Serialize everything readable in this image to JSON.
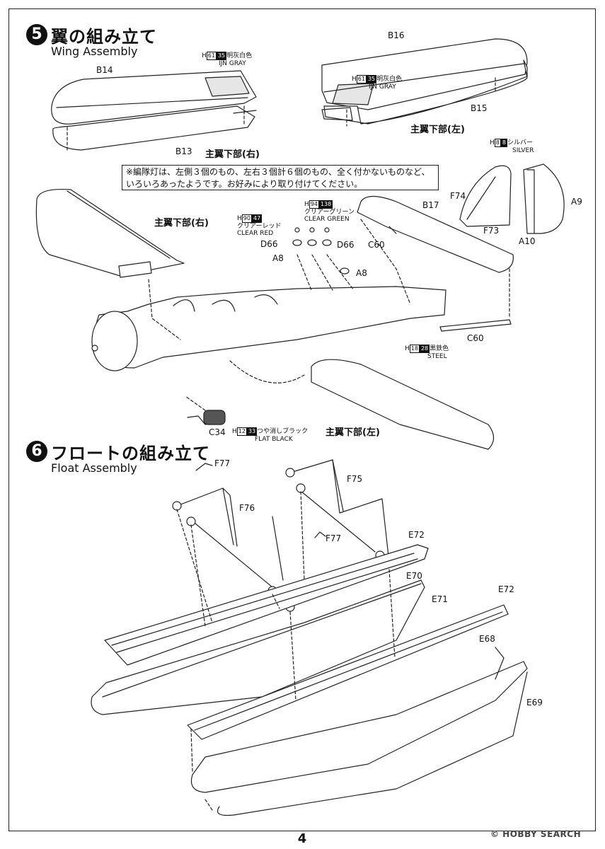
{
  "step5": {
    "num": "5",
    "title": "翼の組み立て",
    "sub": "Wing Assembly"
  },
  "step6": {
    "num": "6",
    "title": "フロートの組み立て",
    "sub": "Float Assembly"
  },
  "note": "※編隊灯は、左側３個のもの、左右３個計６個のもの、全く付かないものなど、いろいろあったようです。お好みにより取り付けてください。",
  "parts": {
    "b14": "B14",
    "b13": "B13",
    "b16": "B16",
    "b15": "B15",
    "b17": "B17",
    "a9": "A9",
    "a10": "A10",
    "f73": "F73",
    "f74": "F74",
    "c60a": "C60",
    "c60b": "C60",
    "d66a": "D66",
    "d66b": "D66",
    "a8a": "A8",
    "a8b": "A8",
    "c34": "C34",
    "f75": "F75",
    "f76": "F76",
    "f77a": "F77",
    "f77b": "F77",
    "e72a": "E72",
    "e72b": "E72",
    "e70": "E70",
    "e71": "E71",
    "e68": "E68",
    "e69": "E69"
  },
  "captions": {
    "lower_right_1": "主翼下部(右)",
    "lower_left_1": "主翼下部(左)",
    "lower_right_2": "主翼下部(右)",
    "lower_left_2": "主翼下部(左)"
  },
  "paints": {
    "gray1": {
      "h": "H",
      "c1": "61",
      "c2": "35",
      "jp": "明灰白色",
      "en": "IJN GRAY"
    },
    "gray2": {
      "h": "H",
      "c1": "61",
      "c2": "35",
      "jp": "明灰白色",
      "en": "IJN GRAY"
    },
    "silver": {
      "h": "H",
      "c1": "8",
      "c2": "8",
      "jp": "シルバー",
      "en": "SILVER"
    },
    "green": {
      "h": "H",
      "c1": "94",
      "c2": "138",
      "jp": "クリアーグリーン",
      "en": "CLEAR GREEN"
    },
    "red": {
      "h": "H",
      "c1": "90",
      "c2": "47",
      "jp": "クリアーレッド",
      "en": "CLEAR RED"
    },
    "steel": {
      "h": "H",
      "c1": "18",
      "c2": "28",
      "jp": "黒鉄色",
      "en": "STEEL"
    },
    "black": {
      "h": "H",
      "c1": "12",
      "c2": "33",
      "jp": "つや消しブラック",
      "en": "FLAT BLACK"
    }
  },
  "page": "4",
  "watermark": "© HOBBY SEARCH"
}
